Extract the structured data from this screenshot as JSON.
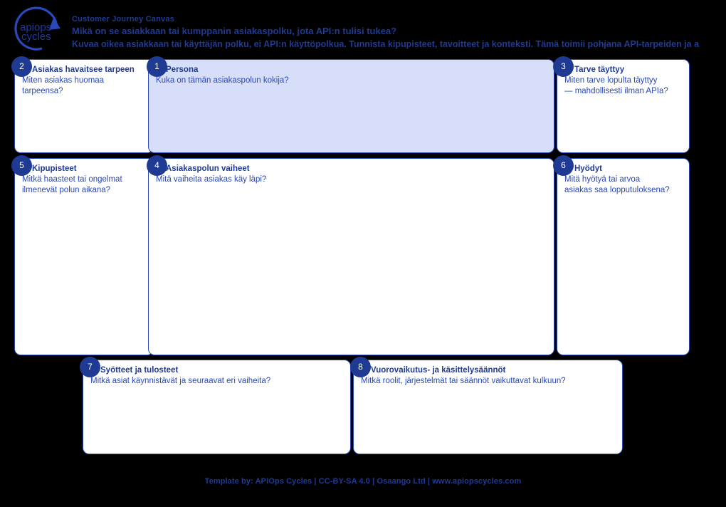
{
  "colors": {
    "background": "#000000",
    "brand_navy": "#1f3a93",
    "brand_blue": "#2a49b8",
    "persona_fill": "#d6def9",
    "card_fill": "#ffffff"
  },
  "header": {
    "logo_line1": "apiops",
    "logo_line2": "cycles",
    "title": "Customer Journey Canvas",
    "question": "Mikä on se asiakkaan tai kumppanin asiakaspolku, jota API:n tulisi tukea?",
    "subtitle": "Kuvaa oikea asiakkaan tai käyttäjän polku, ei API:n käyttöpolkua. Tunnista kipupisteet, tavoitteet ja konteksti. Tämä toimii pohjana API-tarpeiden ja a"
  },
  "canvas": {
    "boxes": [
      {
        "number": "2",
        "title": "Asiakas havaitsee tarpeen",
        "subtitle": "Miten asiakas huomaa\ntarpeensa?"
      },
      {
        "number": "1",
        "title": "Persona",
        "subtitle": "Kuka on tämän asiakaspolun kokija?"
      },
      {
        "number": "3",
        "title": "Tarve täyttyy",
        "subtitle": "Miten tarve lopulta täyttyy\n— mahdollisesti ilman APIa?"
      },
      {
        "number": "5",
        "title": "Kipupisteet",
        "subtitle": "Mitkä haasteet tai ongelmat\nilmenevät polun aikana?"
      },
      {
        "number": "4",
        "title": "Asiakaspolun vaiheet",
        "subtitle": "Mitä vaiheita asiakas käy läpi?"
      },
      {
        "number": "6",
        "title": "Hyödyt",
        "subtitle": "Mitä hyötyä tai arvoa\nasiakas saa lopputuloksena?"
      },
      {
        "number": "7",
        "title": "Syötteet ja tulosteet",
        "subtitle": "Mitkä asiat käynnistävät ja seuraavat eri vaiheita?"
      },
      {
        "number": "8",
        "title": "Vuorovaikutus- ja käsittelysäännöt",
        "subtitle": "Mitkä roolit, järjestelmät tai säännöt vaikuttavat kulkuun?"
      }
    ]
  },
  "footer": {
    "credit": "Template by: APIOps Cycles | CC-BY-SA 4.0 | Osaango Ltd | www.apiopscycles.com"
  }
}
